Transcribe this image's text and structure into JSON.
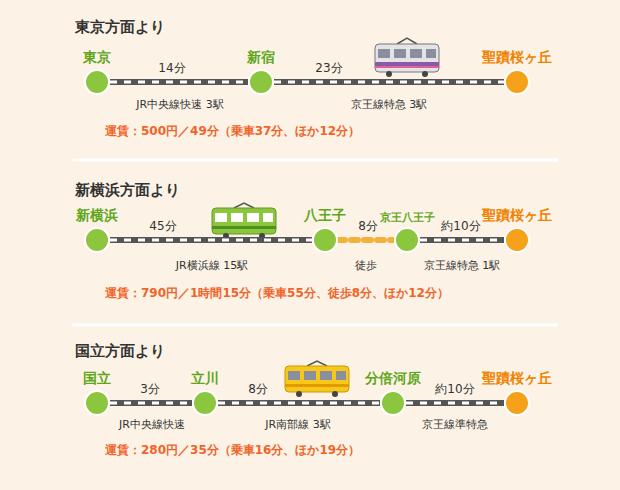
{
  "diagram": {
    "nodes": [
      {
        "text": [
          "東京"
        ]
      },
      {
        "text": [
          "新宿"
        ]
      },
      {
        "text": [
          "聖蹟桜ヶ丘"
        ]
      },
      {
        "text": [
          "新横浜"
        ]
      },
      {
        "text": [
          "八王子"
        ]
      },
      {
        "text": [
          "京王八王子"
        ]
      },
      {
        "text": [
          "聖蹟桜ヶ丘"
        ]
      },
      {
        "text": [
          "国立"
        ]
      },
      {
        "text": [
          "立川"
        ]
      },
      {
        "text": [
          "分倍河原"
        ]
      },
      {
        "text": [
          "聖蹟桜ヶ丘"
        ]
      }
    ],
    "edges": [
      {
        "from": 0,
        "to": 1,
        "label": "14分",
        "arrow": "none"
      },
      {
        "from": 1,
        "to": 2,
        "label": "23分",
        "arrow": "none"
      },
      {
        "from": 3,
        "to": 4,
        "label": "45分",
        "arrow": "none"
      },
      {
        "from": 4,
        "to": 5,
        "label": "8分",
        "arrow": "none"
      },
      {
        "from": 5,
        "to": 6,
        "label": "約10分",
        "arrow": "none"
      },
      {
        "from": 7,
        "to": 8,
        "label": "3分",
        "arrow": "none"
      },
      {
        "from": 8,
        "to": 9,
        "label": "8分",
        "arrow": "none"
      },
      {
        "from": 9,
        "to": 10,
        "label": "約10分",
        "arrow": "none"
      }
    ],
    "labels": [
      "東京方面より",
      "JR中央線快速 3駅",
      "京王線特急 3駅",
      "運賃：500円／49分（乗車37分、ほか12分）",
      "新横浜方面より",
      "JR横浜線 15駅",
      "徒歩",
      "京王線特急 1駅",
      "運賃：790円／1時間15分（乗車55分、徒歩8分、ほか12分）",
      "国立方面より",
      "JR中央線快速",
      "JR南部線 3駅",
      "京王線準特急",
      "運賃：280円／35分（乗車16分、ほか19分）"
    ]
  }
}
